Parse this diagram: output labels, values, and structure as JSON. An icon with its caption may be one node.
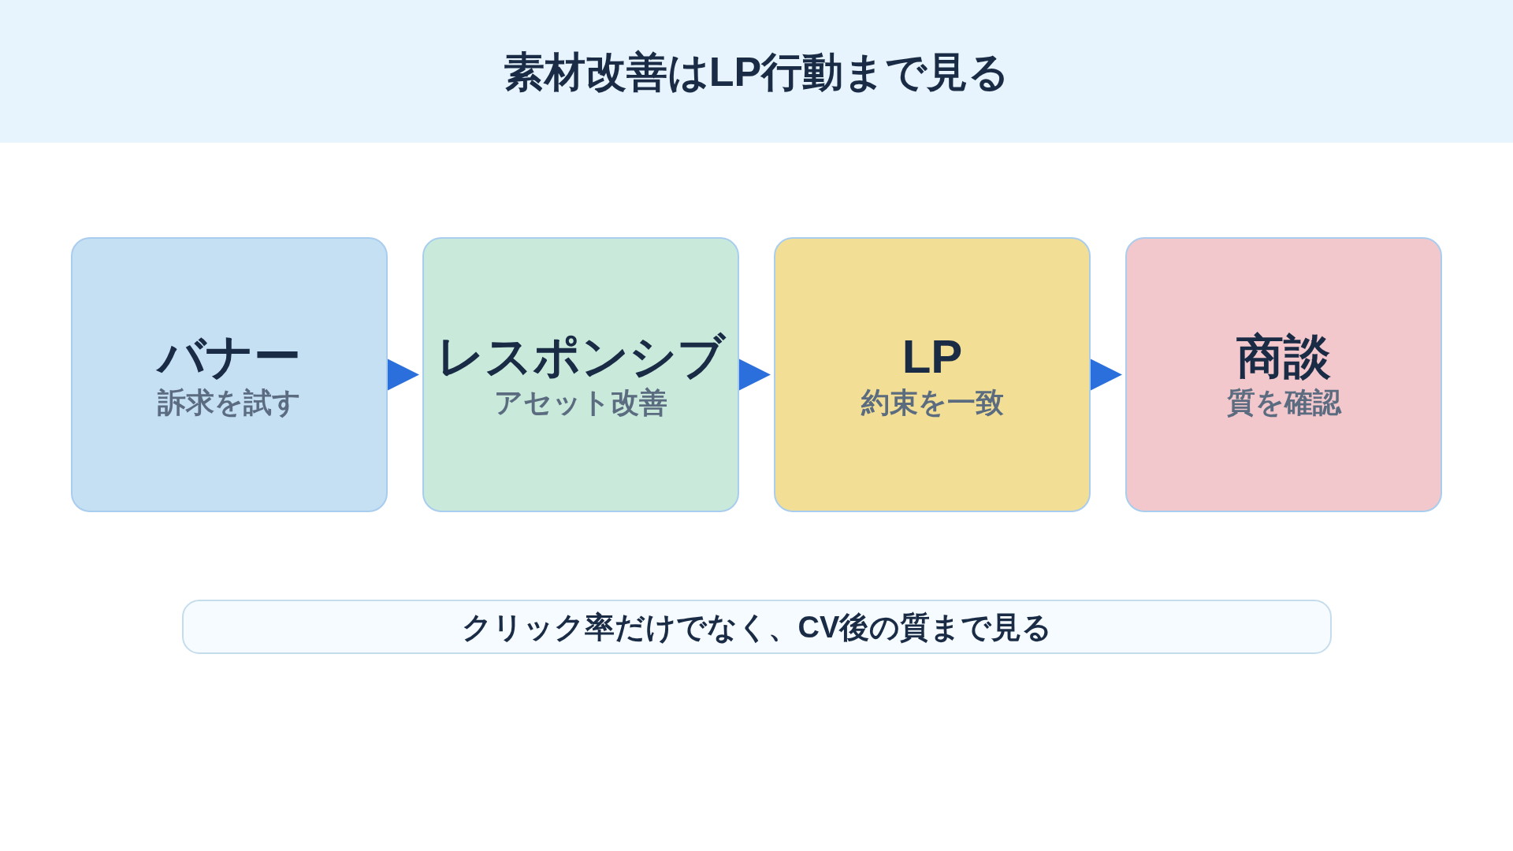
{
  "diagram": {
    "title": "素材改善はLP行動まで見る",
    "nodes": [
      {
        "text": [
          "バナー",
          "訴求を試す"
        ]
      },
      {
        "text": [
          "レスポンシブ",
          "アセット改善"
        ]
      },
      {
        "text": [
          "LP",
          "約束を一致"
        ]
      },
      {
        "text": [
          "商談",
          "質を確認"
        ]
      },
      {
        "text": [
          "クリック率だけでなく、CV後の質まで見る"
        ]
      }
    ],
    "edges": [
      {
        "from": 0,
        "to": 1,
        "arrow": "to"
      },
      {
        "from": 1,
        "to": 2,
        "arrow": "to"
      },
      {
        "from": 2,
        "to": 3,
        "arrow": "to"
      }
    ]
  }
}
